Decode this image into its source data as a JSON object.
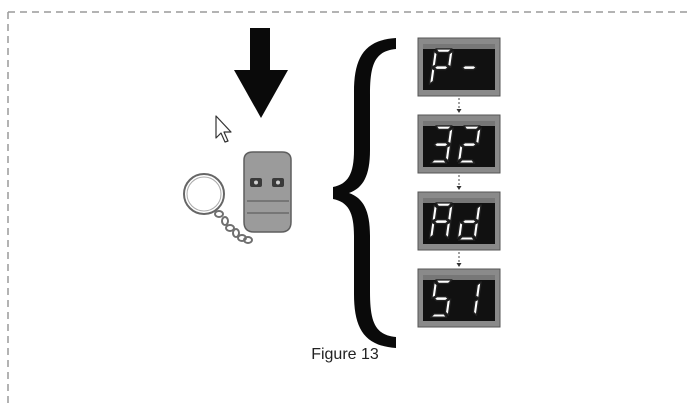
{
  "figure": {
    "caption": "Figure 13",
    "displays": [
      {
        "text": "P-",
        "segments": [
          [
            "a",
            "b",
            "g",
            "e",
            "f"
          ],
          [
            "g"
          ]
        ]
      },
      {
        "text": "32",
        "segments": [
          [
            "a",
            "b",
            "c",
            "d",
            "g"
          ],
          [
            "a",
            "b",
            "g",
            "e",
            "d"
          ]
        ]
      },
      {
        "text": "Ad",
        "segments": [
          [
            "a",
            "b",
            "c",
            "e",
            "f",
            "g"
          ],
          [
            "b",
            "c",
            "d",
            "e",
            "g"
          ]
        ]
      },
      {
        "text": "51",
        "segments": [
          [
            "a",
            "f",
            "g",
            "c",
            "d"
          ],
          [
            "b",
            "c"
          ]
        ]
      }
    ]
  },
  "icons": {
    "arrow": "down-arrow-icon",
    "cursor": "mouse-pointer-icon",
    "remote": "remote-control-keyfob-icon",
    "brace": "left-curly-brace-icon"
  },
  "colors": {
    "border_dash": "#9a9a9a",
    "display_frame": "#8a8a8a",
    "display_screen": "#111111",
    "remote_body": "#9b9b9b"
  }
}
